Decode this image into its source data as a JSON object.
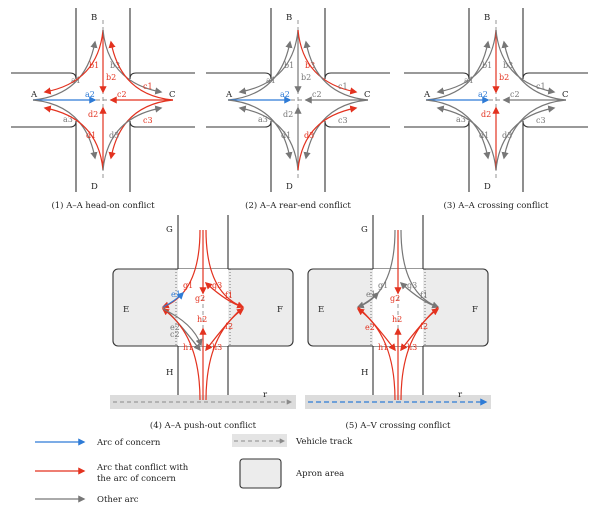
{
  "colors": {
    "concern": "#2e7bd6",
    "conflict": "#e3321f",
    "other": "#777777",
    "track": "#8a8a8a",
    "apron": "#ececec",
    "runway": "#dcdcdc"
  },
  "panels": [
    {
      "caption": "(1) A–A head-on conflict",
      "entries": [
        "A",
        "B",
        "C",
        "D"
      ],
      "arcs": [
        {
          "id": "a1",
          "role": "other"
        },
        {
          "id": "a2",
          "role": "concern"
        },
        {
          "id": "a3",
          "role": "other"
        },
        {
          "id": "b1",
          "role": "conflict"
        },
        {
          "id": "b2",
          "role": "conflict"
        },
        {
          "id": "b3",
          "role": "other"
        },
        {
          "id": "c1",
          "role": "conflict"
        },
        {
          "id": "c2",
          "role": "conflict"
        },
        {
          "id": "c3",
          "role": "conflict"
        },
        {
          "id": "d1",
          "role": "conflict"
        },
        {
          "id": "d2",
          "role": "conflict"
        },
        {
          "id": "d3",
          "role": "other"
        }
      ]
    },
    {
      "caption": "(2) A–A rear-end conflict",
      "entries": [
        "A",
        "B",
        "C",
        "D"
      ],
      "arcs": [
        {
          "id": "a1",
          "role": "other"
        },
        {
          "id": "a2",
          "role": "concern"
        },
        {
          "id": "a3",
          "role": "other"
        },
        {
          "id": "b1",
          "role": "other"
        },
        {
          "id": "b2",
          "role": "other"
        },
        {
          "id": "b3",
          "role": "conflict"
        },
        {
          "id": "c1",
          "role": "other"
        },
        {
          "id": "c2",
          "role": "other"
        },
        {
          "id": "c3",
          "role": "other"
        },
        {
          "id": "d1",
          "role": "other"
        },
        {
          "id": "d2",
          "role": "other"
        },
        {
          "id": "d3",
          "role": "conflict"
        }
      ]
    },
    {
      "caption": "(3) A–A crossing conflict",
      "entries": [
        "A",
        "B",
        "C",
        "D"
      ],
      "arcs": [
        {
          "id": "a1",
          "role": "other"
        },
        {
          "id": "a2",
          "role": "concern"
        },
        {
          "id": "a3",
          "role": "other"
        },
        {
          "id": "b1",
          "role": "other"
        },
        {
          "id": "b2",
          "role": "conflict"
        },
        {
          "id": "b3",
          "role": "other"
        },
        {
          "id": "c1",
          "role": "other"
        },
        {
          "id": "c2",
          "role": "other"
        },
        {
          "id": "c3",
          "role": "other"
        },
        {
          "id": "d1",
          "role": "other"
        },
        {
          "id": "d2",
          "role": "conflict"
        },
        {
          "id": "d3",
          "role": "other"
        }
      ]
    },
    {
      "caption": "(4) A–A push-out conflict",
      "entries": [
        "G",
        "E",
        "F",
        "H"
      ],
      "runway_label": "r",
      "runway_role": "track",
      "arcs": [
        {
          "id": "g1",
          "role": "conflict"
        },
        {
          "id": "g2",
          "role": "conflict"
        },
        {
          "id": "g3",
          "role": "conflict"
        },
        {
          "id": "e1",
          "role": "concern"
        },
        {
          "id": "e2",
          "role": "other"
        },
        {
          "id": "f1",
          "role": "conflict"
        },
        {
          "id": "f2",
          "role": "conflict"
        },
        {
          "id": "h1",
          "role": "conflict"
        },
        {
          "id": "h2",
          "role": "conflict"
        },
        {
          "id": "h3",
          "role": "conflict"
        },
        {
          "id": "c2",
          "role": "other"
        }
      ]
    },
    {
      "caption": "(5) A–V crossing conflict",
      "entries": [
        "G",
        "E",
        "F",
        "H"
      ],
      "runway_label": "r",
      "runway_role": "concern",
      "arcs": [
        {
          "id": "g1",
          "role": "other"
        },
        {
          "id": "g2",
          "role": "conflict"
        },
        {
          "id": "g3",
          "role": "other"
        },
        {
          "id": "e1",
          "role": "other"
        },
        {
          "id": "e2",
          "role": "conflict"
        },
        {
          "id": "f1",
          "role": "other"
        },
        {
          "id": "f2",
          "role": "conflict"
        },
        {
          "id": "h1",
          "role": "conflict"
        },
        {
          "id": "h2",
          "role": "conflict"
        },
        {
          "id": "h3",
          "role": "conflict"
        }
      ]
    }
  ],
  "legend": {
    "concern": "Arc of concern",
    "conflict_line1": "Arc that conflict with",
    "conflict_line2": "the arc of concern",
    "other": "Other arc",
    "track": "Vehicle track",
    "apron": "Apron area"
  }
}
